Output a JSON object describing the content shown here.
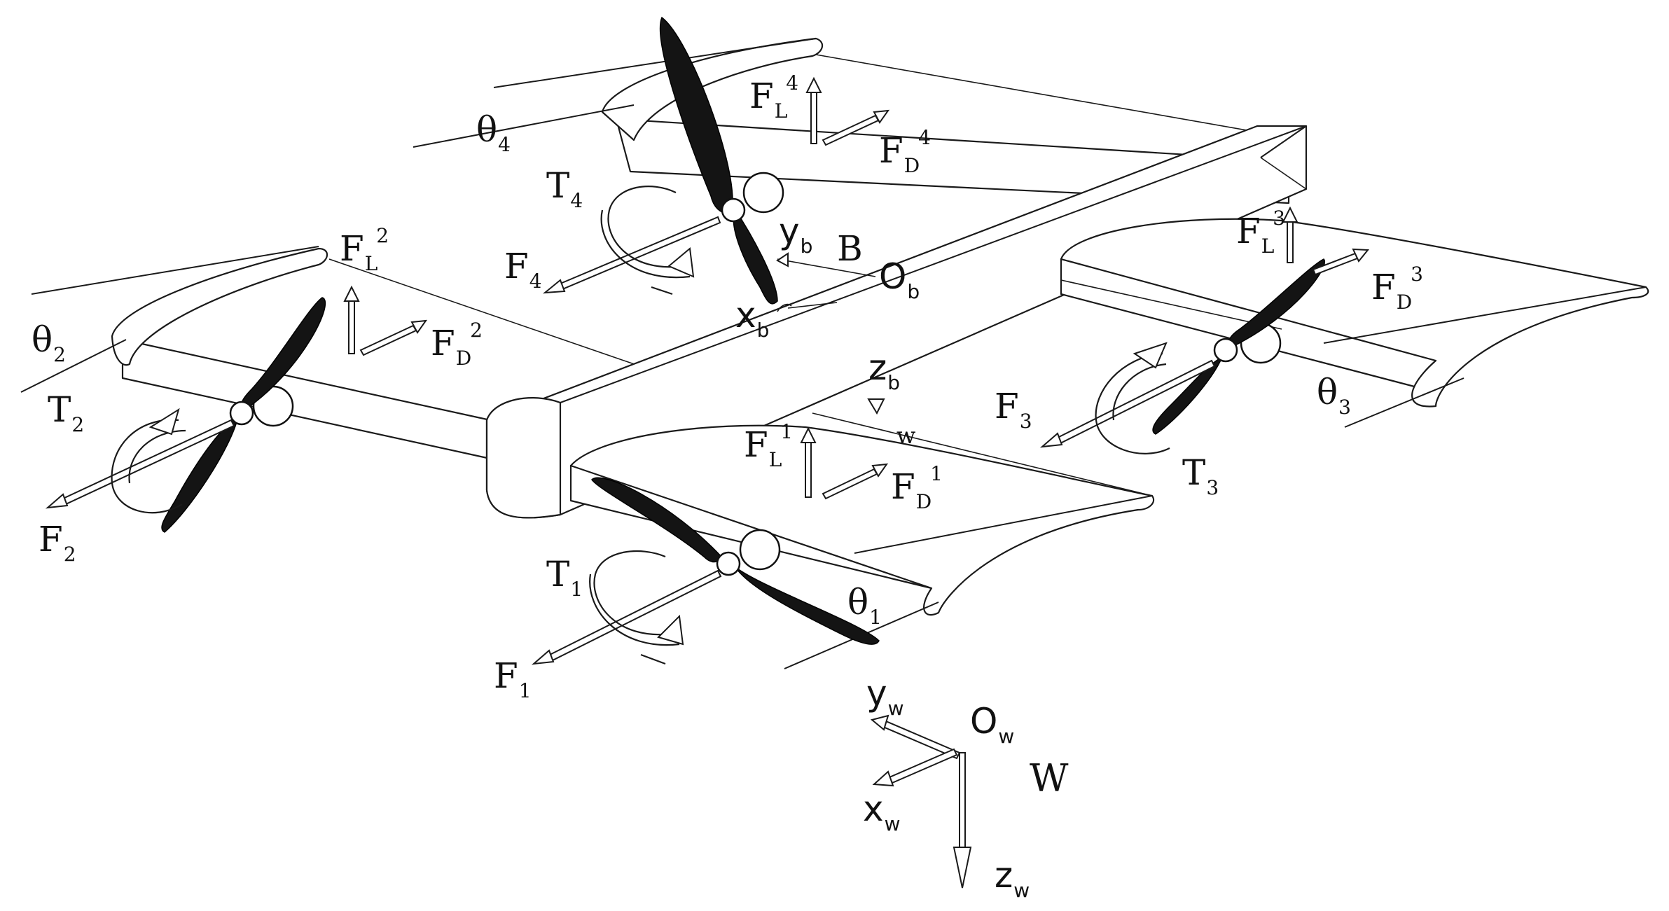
{
  "thrust_labels": {
    "T1": {
      "base": "T",
      "sub": "1"
    },
    "T2": {
      "base": "T",
      "sub": "2"
    },
    "T3": {
      "base": "T",
      "sub": "3"
    },
    "T4": {
      "base": "T",
      "sub": "4"
    }
  },
  "force_labels": {
    "F1": {
      "base": "F",
      "sub": "1"
    },
    "F2": {
      "base": "F",
      "sub": "2"
    },
    "F3": {
      "base": "F",
      "sub": "3"
    },
    "F4": {
      "base": "F",
      "sub": "4"
    }
  },
  "lift_labels": {
    "FL1": {
      "base": "F",
      "sub": "L",
      "sup": "1"
    },
    "FL2": {
      "base": "F",
      "sub": "L",
      "sup": "2"
    },
    "FL3": {
      "base": "F",
      "sub": "L",
      "sup": "3"
    },
    "FL4": {
      "base": "F",
      "sub": "L",
      "sup": "4"
    }
  },
  "drag_labels": {
    "FD1": {
      "base": "F",
      "sub": "D",
      "sup": "1"
    },
    "FD2": {
      "base": "F",
      "sub": "D",
      "sup": "2"
    },
    "FD3": {
      "base": "F",
      "sub": "D",
      "sup": "3"
    },
    "FD4": {
      "base": "F",
      "sub": "D",
      "sup": "4"
    }
  },
  "angle_labels": {
    "theta1": {
      "base": "θ",
      "sub": "1"
    },
    "theta2": {
      "base": "θ",
      "sub": "2"
    },
    "theta3": {
      "base": "θ",
      "sub": "3"
    },
    "theta4": {
      "base": "θ",
      "sub": "4"
    }
  },
  "body_frame": {
    "name": "B",
    "origin": {
      "base": "O",
      "sub": "b"
    },
    "x": {
      "base": "x",
      "sub": "b"
    },
    "y": {
      "base": "y",
      "sub": "b"
    },
    "z": {
      "base": "z",
      "sub": "b"
    }
  },
  "world_frame": {
    "name": "W",
    "origin": {
      "base": "O",
      "sub": "w"
    },
    "x": {
      "base": "x",
      "sub": "w"
    },
    "y": {
      "base": "y",
      "sub": "w"
    },
    "z": {
      "base": "z",
      "sub": "w"
    }
  },
  "wind_label": "w",
  "colors": {
    "ink": "#1a1a1a",
    "blade": "#141414",
    "background": "#ffffff"
  }
}
